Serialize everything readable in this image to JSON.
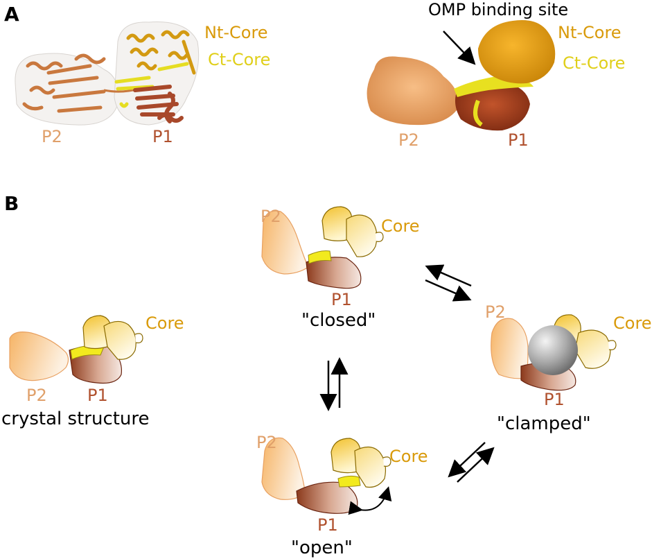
{
  "panels": {
    "a": {
      "letter": "A",
      "left_structure": {
        "nt_core": "Nt-Core",
        "ct_core": "Ct-Core",
        "p2": "P2",
        "p1": "P1"
      },
      "right_structure": {
        "annotation": "OMP binding site",
        "nt_core": "Nt-Core",
        "ct_core": "Ct-Core",
        "p2": "P2",
        "p1": "P1"
      }
    },
    "b": {
      "letter": "B",
      "crystal": {
        "p2": "P2",
        "p1": "P1",
        "core": "Core",
        "caption": "crystal structure"
      },
      "closed": {
        "p2": "P2",
        "p1": "P1",
        "core": "Core",
        "caption": "\"closed\""
      },
      "clamped": {
        "p2": "P2",
        "p1": "P1",
        "core": "Core",
        "caption": "\"clamped\""
      },
      "open": {
        "p2": "P2",
        "p1": "P1",
        "core": "Core",
        "caption": "\"open\""
      }
    }
  },
  "colors": {
    "p2": "#f0b27a",
    "p1": "#b0512e",
    "core": "#e0a800",
    "ct_core": "#e8e020",
    "omp": "#9a9a9a",
    "text": "#000000"
  }
}
